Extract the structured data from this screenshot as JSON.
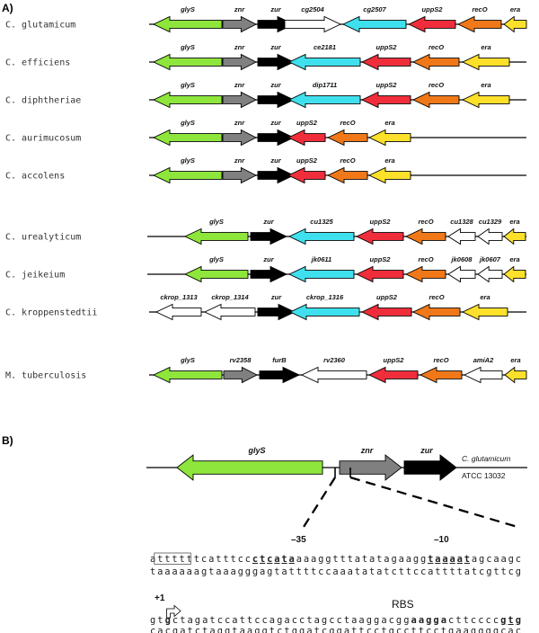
{
  "panel_a": {
    "label": "A)",
    "rows": [
      {
        "species": "C. glutamicum",
        "genes": [
          {
            "name": "glyS",
            "color": "green",
            "dir": "left"
          },
          {
            "name": "znr",
            "color": "gray",
            "dir": "right"
          },
          {
            "name": "zur",
            "color": "black",
            "dir": "right"
          },
          {
            "name": "cg2504",
            "color": "white",
            "dir": "right"
          },
          {
            "name": "cg2507",
            "color": "cyan",
            "dir": "left"
          },
          {
            "name": "uppS2",
            "color": "red",
            "dir": "left"
          },
          {
            "name": "recO",
            "color": "orange",
            "dir": "left"
          },
          {
            "name": "era",
            "color": "yellow",
            "dir": "left"
          }
        ]
      },
      {
        "species": "C. efficiens",
        "genes": [
          {
            "name": "glyS",
            "color": "green",
            "dir": "left"
          },
          {
            "name": "znr",
            "color": "gray",
            "dir": "right"
          },
          {
            "name": "zur",
            "color": "black",
            "dir": "right"
          },
          {
            "name": "ce2181",
            "color": "cyan",
            "dir": "left"
          },
          {
            "name": "uppS2",
            "color": "red",
            "dir": "left"
          },
          {
            "name": "recO",
            "color": "orange",
            "dir": "left"
          },
          {
            "name": "era",
            "color": "yellow",
            "dir": "left"
          }
        ]
      },
      {
        "species": "C. diphtheriae",
        "genes": [
          {
            "name": "glyS",
            "color": "green",
            "dir": "left"
          },
          {
            "name": "znr",
            "color": "gray",
            "dir": "right"
          },
          {
            "name": "zur",
            "color": "black",
            "dir": "right"
          },
          {
            "name": "dip1711",
            "color": "cyan",
            "dir": "left"
          },
          {
            "name": "uppS2",
            "color": "red",
            "dir": "left"
          },
          {
            "name": "recO",
            "color": "orange",
            "dir": "left"
          },
          {
            "name": "era",
            "color": "yellow",
            "dir": "left"
          }
        ]
      },
      {
        "species": "C. aurimucosum",
        "genes": [
          {
            "name": "glyS",
            "color": "green",
            "dir": "left"
          },
          {
            "name": "znr",
            "color": "gray",
            "dir": "right"
          },
          {
            "name": "zur",
            "color": "black",
            "dir": "right"
          },
          {
            "name": "uppS2",
            "color": "red",
            "dir": "left"
          },
          {
            "name": "recO",
            "color": "orange",
            "dir": "left"
          },
          {
            "name": "era",
            "color": "yellow",
            "dir": "left"
          }
        ]
      },
      {
        "species": "C. accolens",
        "genes": [
          {
            "name": "glyS",
            "color": "green",
            "dir": "left"
          },
          {
            "name": "znr",
            "color": "gray",
            "dir": "right"
          },
          {
            "name": "zur",
            "color": "black",
            "dir": "right"
          },
          {
            "name": "uppS2",
            "color": "red",
            "dir": "left"
          },
          {
            "name": "recO",
            "color": "orange",
            "dir": "left"
          },
          {
            "name": "era",
            "color": "yellow",
            "dir": "left"
          }
        ]
      },
      {
        "species": "C. urealyticum",
        "genes": [
          {
            "name": "glyS",
            "color": "green",
            "dir": "left"
          },
          {
            "name": "zur",
            "color": "black",
            "dir": "right"
          },
          {
            "name": "cu1325",
            "color": "cyan",
            "dir": "left"
          },
          {
            "name": "uppS2",
            "color": "red",
            "dir": "left"
          },
          {
            "name": "recO",
            "color": "orange",
            "dir": "left"
          },
          {
            "name": "cu1328",
            "color": "white",
            "dir": "left"
          },
          {
            "name": "cu1329",
            "color": "white",
            "dir": "left"
          },
          {
            "name": "era",
            "color": "yellow",
            "dir": "left"
          }
        ]
      },
      {
        "species": "C. jeikeium",
        "genes": [
          {
            "name": "glyS",
            "color": "green",
            "dir": "left"
          },
          {
            "name": "zur",
            "color": "black",
            "dir": "right"
          },
          {
            "name": "jk0611",
            "color": "cyan",
            "dir": "left"
          },
          {
            "name": "uppS2",
            "color": "red",
            "dir": "left"
          },
          {
            "name": "recO",
            "color": "orange",
            "dir": "left"
          },
          {
            "name": "jk0608",
            "color": "white",
            "dir": "left"
          },
          {
            "name": "jk0607",
            "color": "white",
            "dir": "left"
          },
          {
            "name": "era",
            "color": "yellow",
            "dir": "left"
          }
        ]
      },
      {
        "species": "C. kroppenstedtii",
        "genes": [
          {
            "name": "ckrop_1313",
            "color": "white",
            "dir": "left"
          },
          {
            "name": "ckrop_1314",
            "color": "white",
            "dir": "left"
          },
          {
            "name": "zur",
            "color": "black",
            "dir": "right"
          },
          {
            "name": "ckrop_1316",
            "color": "cyan",
            "dir": "left"
          },
          {
            "name": "uppS2",
            "color": "red",
            "dir": "left"
          },
          {
            "name": "recO",
            "color": "orange",
            "dir": "left"
          },
          {
            "name": "era",
            "color": "yellow",
            "dir": "left"
          }
        ]
      },
      {
        "species": "M. tuberculosis",
        "genes": [
          {
            "name": "glyS",
            "color": "green",
            "dir": "left"
          },
          {
            "name": "rv2358",
            "color": "gray",
            "dir": "right"
          },
          {
            "name": "furB",
            "color": "black",
            "dir": "right"
          },
          {
            "name": "rv2360",
            "color": "white",
            "dir": "left"
          },
          {
            "name": "uppS2",
            "color": "red",
            "dir": "left"
          },
          {
            "name": "recO",
            "color": "orange",
            "dir": "left"
          },
          {
            "name": "amiA2",
            "color": "white",
            "dir": "left"
          },
          {
            "name": "era",
            "color": "yellow",
            "dir": "left"
          }
        ]
      }
    ]
  },
  "panel_b": {
    "label": "B)",
    "genes": [
      {
        "name": "glyS",
        "color": "green",
        "dir": "left"
      },
      {
        "name": "znr",
        "color": "gray",
        "dir": "right"
      },
      {
        "name": "zur",
        "color": "black",
        "dir": "right"
      }
    ],
    "organism": "C. glutamicum",
    "strain": "ATCC 13032",
    "minus35_label": "–35",
    "minus10_label": "–10",
    "plus1_label": "+1",
    "rbs_label": "RBS",
    "line1_top": [
      {
        "t": "a",
        "s": ""
      },
      {
        "t": "tttttt",
        "s": "box"
      },
      {
        "t": "catttcc",
        "s": ""
      },
      {
        "t": "ctcata",
        "s": "bu"
      },
      {
        "t": "aaaggtttatatagaagg",
        "s": ""
      },
      {
        "t": "taaaat",
        "s": "bu"
      },
      {
        "t": "agcaagc",
        "s": ""
      }
    ],
    "line1_bottom": "taaaaaagtaaagggagtattttccaaatatatcttccattttatcgttcg",
    "line2_top": [
      {
        "t": "gt",
        "s": ""
      },
      {
        "t": "g",
        "s": "b"
      },
      {
        "t": "ctagatccattccagacctagcctaaggacgg",
        "s": ""
      },
      {
        "t": "aagga",
        "s": "b"
      },
      {
        "t": "cttcccc",
        "s": ""
      },
      {
        "t": "gtg",
        "s": "bu"
      }
    ],
    "line2_bottom": "cacgatctaggtaaggtctggatcggattcctgccttcctgaaggggcac"
  },
  "colors": {
    "green": "#8ee63c",
    "gray": "#808080",
    "black": "#000000",
    "white": "#ffffff",
    "cyan": "#3fe0ee",
    "red": "#ef2d3b",
    "orange": "#f07818",
    "yellow": "#fde02a"
  }
}
